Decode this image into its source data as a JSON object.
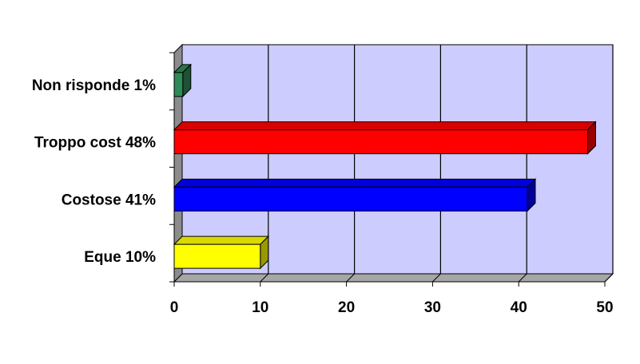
{
  "chart_data": {
    "type": "bar",
    "orientation": "horizontal",
    "style": "3d",
    "categories": [
      "Eque 10%",
      "Costose 41%",
      "Troppo cost 48%",
      "Non risponde 1%"
    ],
    "values": [
      10,
      41,
      48,
      1
    ],
    "colors": [
      "#ffff00",
      "#0000ff",
      "#ff0000",
      "#2e8b57"
    ],
    "plot_background": "#ccccff",
    "xlim": [
      0,
      50
    ],
    "xticks": [
      "0",
      "10",
      "20",
      "30",
      "40",
      "50"
    ],
    "grid": "vertical",
    "legend": "none"
  }
}
